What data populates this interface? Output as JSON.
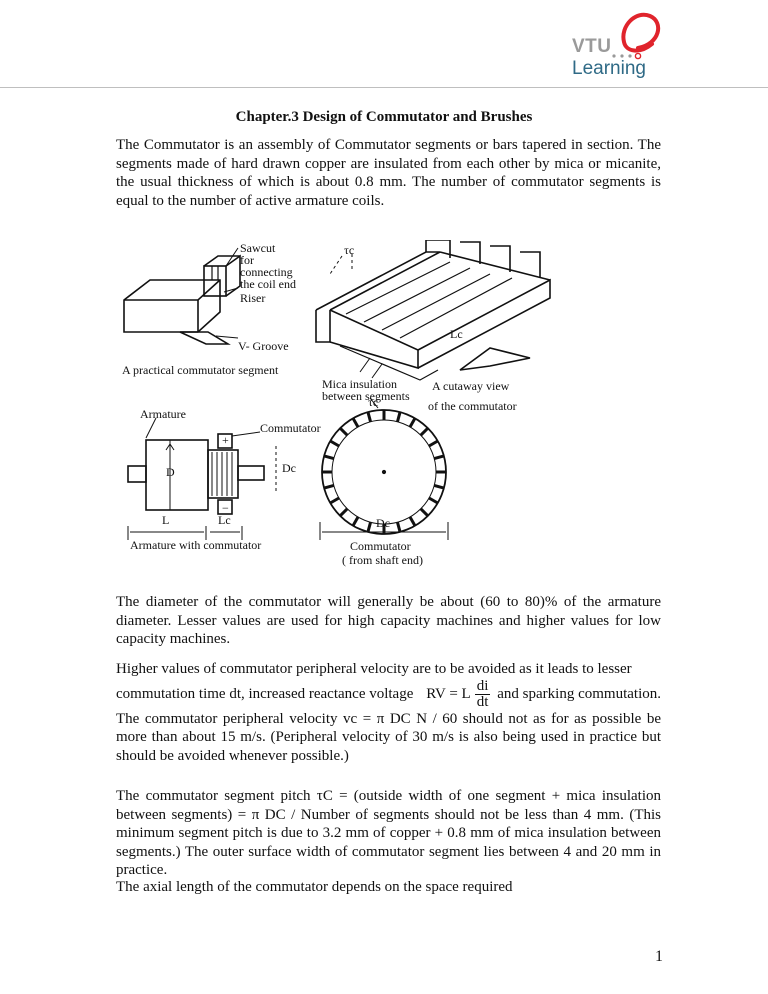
{
  "header": {
    "logo_top": "VTU",
    "logo_letter": "e",
    "logo_bottom": "Learning"
  },
  "title": "Chapter.3 Design of Commutator and Brushes",
  "para1": "The Commutator is an assembly of Commutator segments or bars tapered in section. The segments made of hard drawn copper are insulated from each other by mica or micanite, the usual thickness of which is about 0.8 mm. The number of commutator segments is equal to the number of active armature coils.",
  "figure": {
    "labels": {
      "sawcut": [
        "Sawcut",
        "for",
        "connecting",
        "the coil end"
      ],
      "riser": "Riser",
      "vgroove": "V- Groove",
      "practical": "A practical commutator segment",
      "mica": [
        "Mica insulation",
        "between segments"
      ],
      "cutaway": [
        "A cutaway view",
        "of the commutator"
      ],
      "tau_c": "τc",
      "lc": "Lc",
      "armature": "Armature",
      "commutator": "Commutator",
      "d": "D",
      "dc": "Dc",
      "l": "L",
      "armature_with": "Armature with commutator",
      "commutator_end": [
        "Commutator",
        "( from shaft end)"
      ],
      "plus": "+",
      "minus": "−"
    }
  },
  "para2": "The diameter of the commutator will generally be about (60 to 80)% of the armature diameter. Lesser values are used for high capacity machines and higher values for low capacity machines.",
  "para3": {
    "line1": "Higher values of commutator peripheral velocity are to be avoided as it leads to lesser",
    "line2_start": "commutation time dt, increased reactance voltage",
    "eq_lhs": "RV = L",
    "eq_num": "di",
    "eq_den": "dt",
    "line2_end": "and sparking commutation.",
    "rest": "The commutator peripheral velocity vc = π DC N / 60 should not as for as possible be more than about 15 m/s. (Peripheral velocity of 30 m/s is also being used in practice but should be avoided whenever possible.)"
  },
  "para4": "The commutator segment pitch τC = (outside width of one segment + mica insulation between segments) = π DC / Number of segments should not be less than 4 mm. (This minimum segment pitch is due to 3.2 mm of copper + 0.8 mm of mica insulation between segments.) The outer surface width of commutator segment lies between 4 and 20 mm in practice.",
  "para5": "The axial length of the commutator depends on the space required",
  "page_number": "1"
}
